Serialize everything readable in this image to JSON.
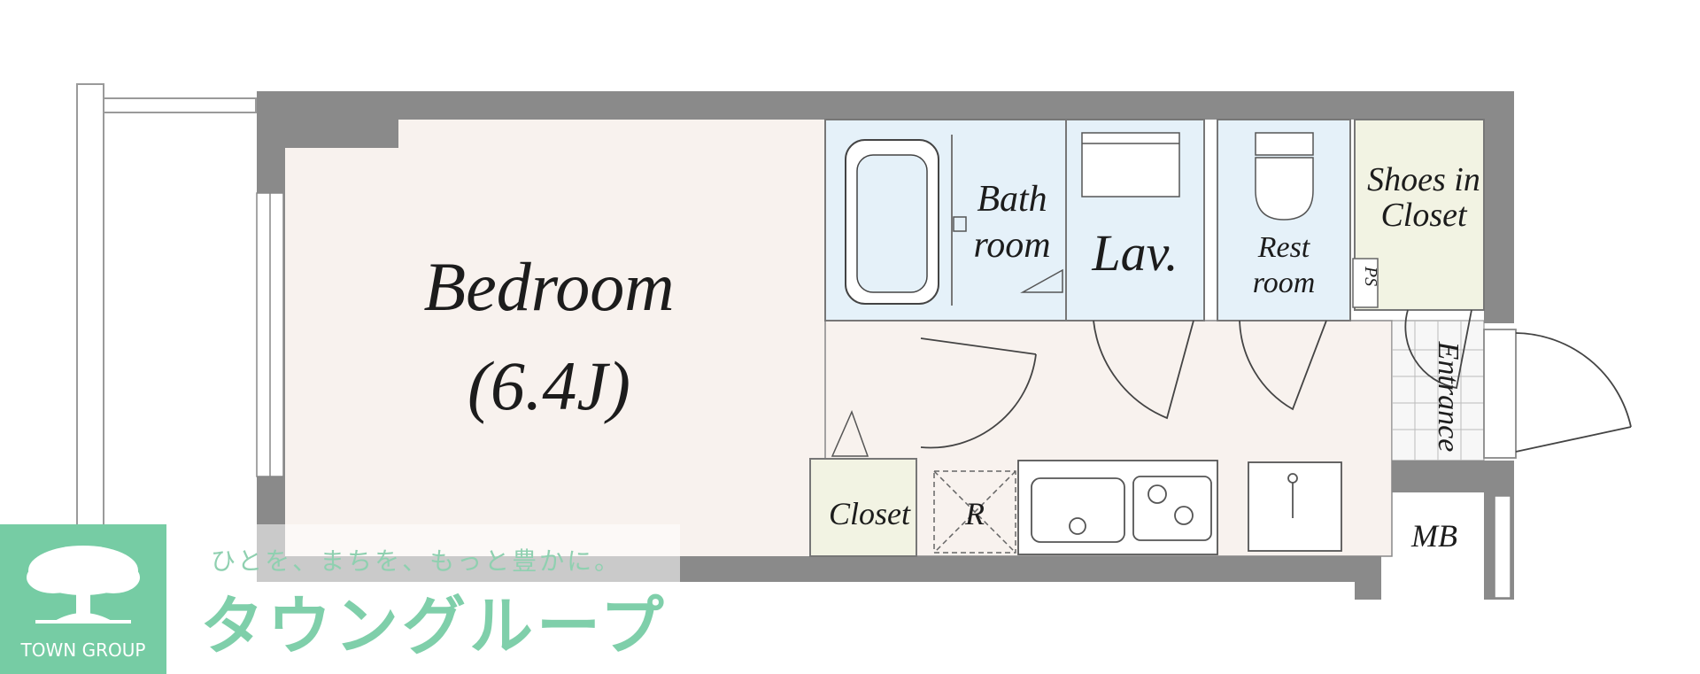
{
  "rooms": {
    "bedroom_name": "Bedroom",
    "bedroom_size": "(6.4J)",
    "bath_line1": "Bath",
    "bath_line2": "room",
    "lav": "Lav.",
    "rest_line1": "Rest",
    "rest_line2": "room",
    "shoes_line1": "Shoes in",
    "shoes_line2": "Closet",
    "ps": "PS",
    "entrance": "Entrance",
    "closet": "Closet",
    "refrigerator": "R",
    "mb": "MB"
  },
  "branding": {
    "tagline": "ひとを、まちを、もっと豊かに。",
    "company_name": "タウングループ",
    "company_name_en": "TOWN GROUP"
  },
  "colors": {
    "wall": "#8a8a8a",
    "floor": "#f8f2ee",
    "wet_area": "#e5f1f9",
    "closet": "#f2f3e3",
    "brand": "#76cca4"
  }
}
